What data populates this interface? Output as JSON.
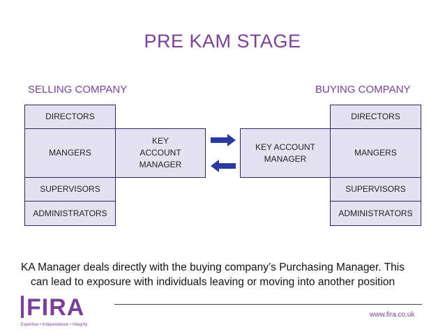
{
  "title": "PRE KAM STAGE",
  "selling": {
    "label": "SELLING COMPANY",
    "directors": "DIRECTORS",
    "managers": "MANGERS",
    "supervisors": "SUPERVISORS",
    "administrators": "ADMINISTRATORS",
    "kam": "KEY ACCOUNT MANAGER"
  },
  "buying": {
    "label": "BUYING COMPANY",
    "directors": "DIRECTORS",
    "managers": "MANGERS",
    "supervisors": "SUPERVISORS",
    "administrators": "ADMINISTRATORS",
    "kam": "KEY ACCOUNT MANAGER"
  },
  "caption": {
    "line1": "KA  Manager deals directly with the buying company’s Purchasing Manager. This",
    "line2": "can lead to exposure with individuals leaving or moving into another position"
  },
  "footer": {
    "logo": "FIRA",
    "tagline": "Expertise • Independence • Integrity",
    "url": "www.fira.co.uk"
  },
  "colors": {
    "accent": "#7b3f98",
    "box_fill": "#e4e2f1",
    "box_border": "#2c2a5c",
    "arrow": "#2b3aa0"
  }
}
